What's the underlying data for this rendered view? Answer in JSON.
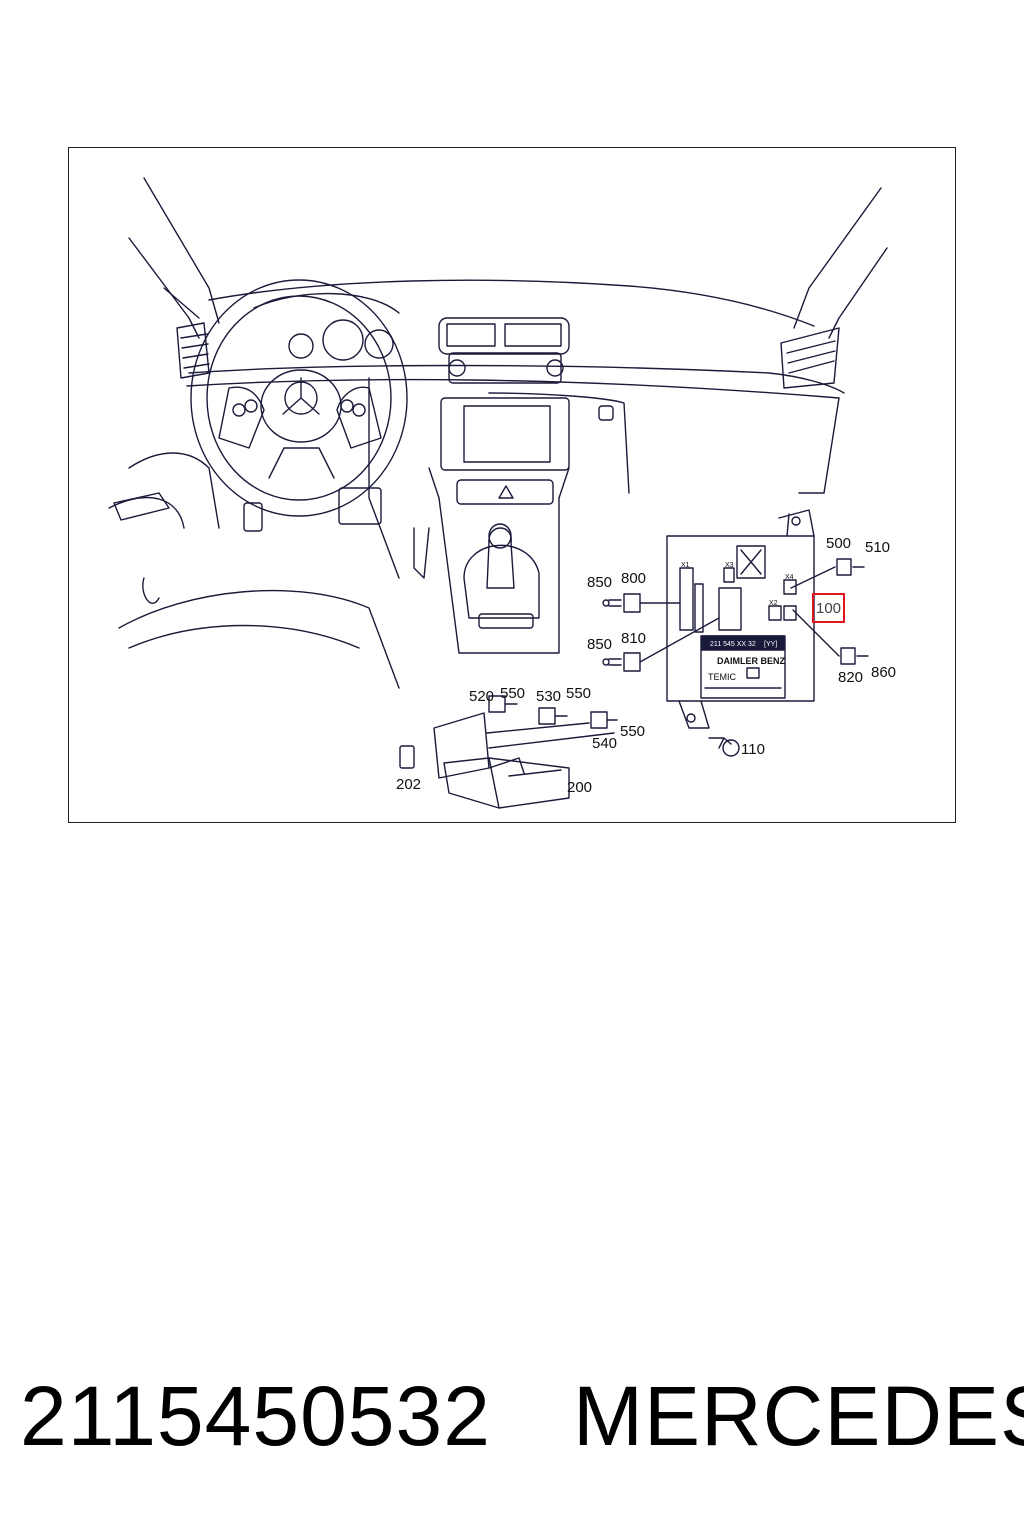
{
  "callouts": {
    "c100": "100",
    "c110": "110",
    "c200": "200",
    "c202": "202",
    "c500": "500",
    "c510": "510",
    "c520": "520",
    "c530": "530",
    "c540": "540",
    "c550a": "550",
    "c550b": "550",
    "c550c": "550",
    "c800": "800",
    "c810": "810",
    "c820": "820",
    "c850a": "850",
    "c850b": "850",
    "c860": "860"
  },
  "module_label": {
    "part": "211 545 XX 32",
    "version": "[YY]",
    "maker": "DAIMLER BENZ",
    "supplier": "TEMIC",
    "slot_x1": "X1",
    "slot_x2": "X2",
    "slot_x3": "X3",
    "slot_x4": "X4"
  },
  "footer": {
    "part_number": "2115450532",
    "brand": "MERCEDES"
  },
  "colors": {
    "highlight": "#e0161b",
    "line": "#1a1a3a"
  }
}
